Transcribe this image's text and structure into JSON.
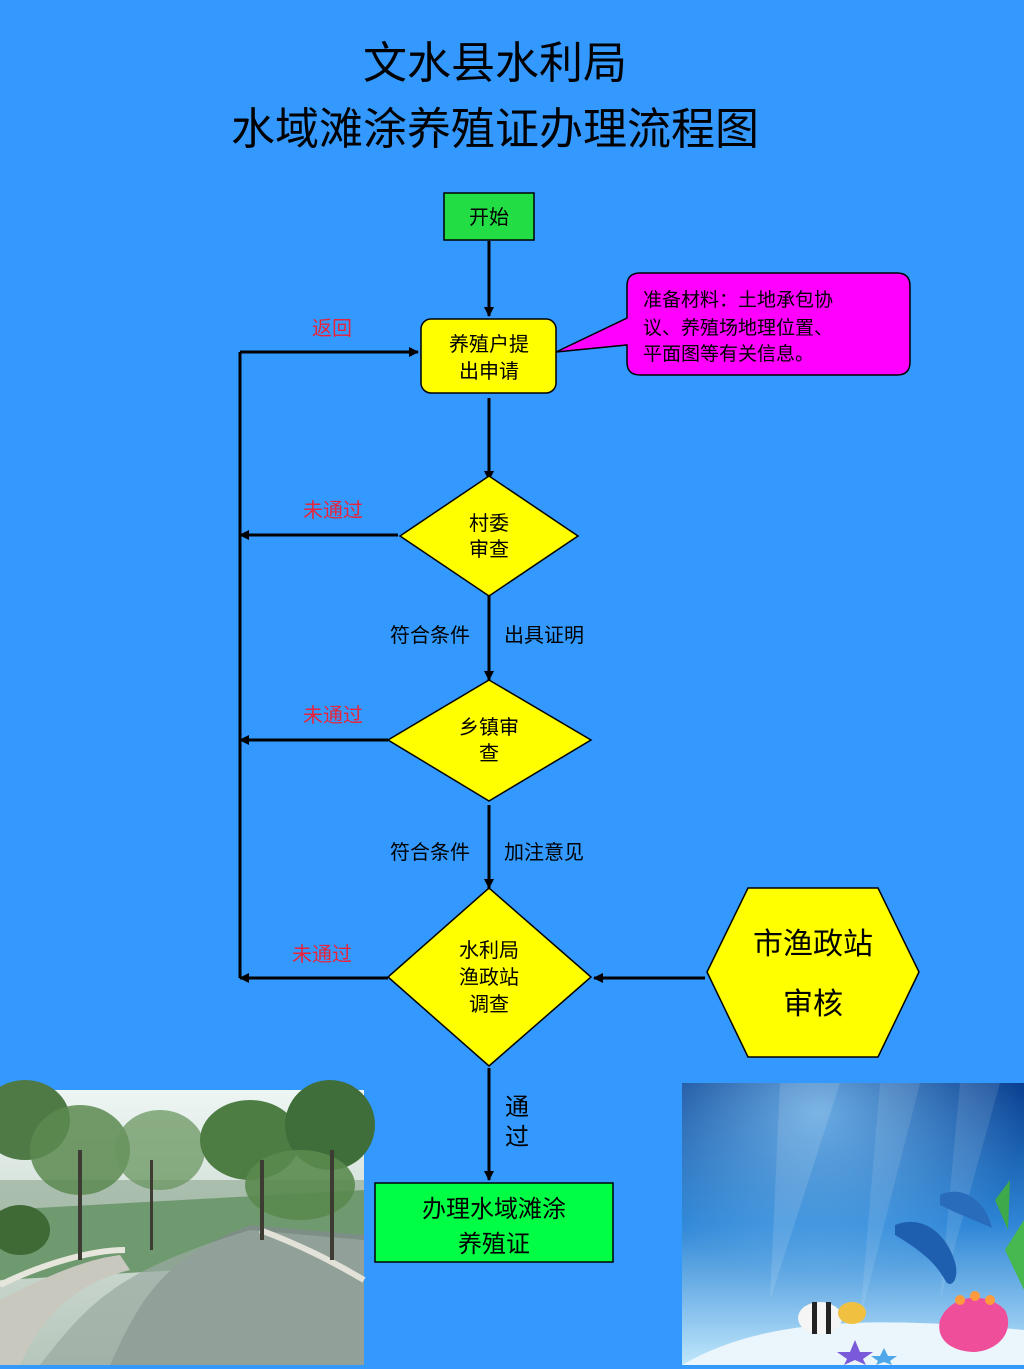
{
  "title": {
    "line1": "文水县水利局",
    "line2": "水域滩涂养殖证办理流程图"
  },
  "nodes": {
    "start": "开始",
    "apply": {
      "line1": "养殖户提",
      "line2": "出申请"
    },
    "materials": {
      "line1": "准备材料：土地承包协",
      "line2": "议、养殖场地理位置、",
      "line3": "平面图等有关信息。"
    },
    "village": {
      "line1": "村委",
      "line2": "审查"
    },
    "town": {
      "line1": "乡镇审",
      "line2": "查"
    },
    "bureau": {
      "line1": "水利局",
      "line2": "渔政站",
      "line3": "调查"
    },
    "city": {
      "line1": "市渔政站",
      "line2": "审核"
    },
    "certificate": {
      "line1": "办理水域滩涂",
      "line2": "养殖证"
    }
  },
  "labels": {
    "return": "返回",
    "fail1": "未通过",
    "fail2": "未通过",
    "fail3": "未通过",
    "meets1": "符合条件",
    "proof": "出具证明",
    "meets2": "符合条件",
    "opinion": "加注意见",
    "pass_line1": "通",
    "pass_line2": "过"
  },
  "colors": {
    "background": "#3399ff",
    "start_fill": "#22dd44",
    "node_fill": "#ffff00",
    "callout_fill": "#ff00ff",
    "certificate_fill": "#00ff44",
    "fail_text": "#e8243a"
  },
  "images": {
    "left_photo": "river-landscape-photo",
    "right_photo": "underwater-dolphins-illustration"
  }
}
